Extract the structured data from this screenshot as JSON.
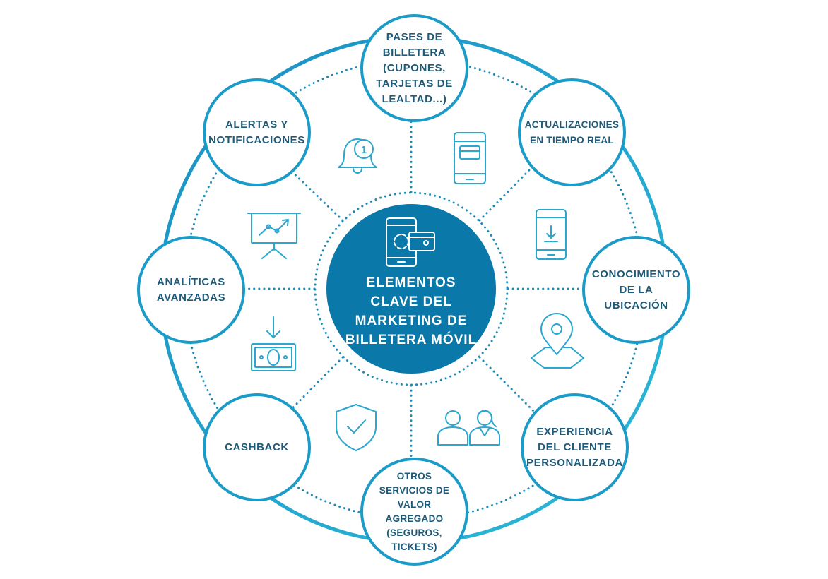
{
  "diagram": {
    "center": {
      "title": "ELEMENTOS\nCLAVE DEL\nMARKETING DE\nBILLETERA MÓVIL",
      "icon": "wallet-phone-icon"
    },
    "nodes": [
      {
        "id": "pases",
        "label": "PASES DE\nBILLETERA\n(CUPONES,\nTARJETAS DE\nLEALTAD...)"
      },
      {
        "id": "actualizaciones",
        "label": "ACTUALIZACIONES\nEN TIEMPO REAL"
      },
      {
        "id": "ubicacion",
        "label": "CONOCIMIENTO\nDE LA\nUBICACIÓN"
      },
      {
        "id": "experiencia",
        "label": "EXPERIENCIA\nDEL CLIENTE\nPERSONALIZADA"
      },
      {
        "id": "otros",
        "label": "OTROS\nSERVICIOS DE\nVALOR\nAGREGADO\n(SEGUROS,\nTICKETS)"
      },
      {
        "id": "cashback",
        "label": "CASHBACK"
      },
      {
        "id": "analiticas",
        "label": "ANALÍTICAS\nAVANZADAS"
      },
      {
        "id": "alertas",
        "label": "ALERTAS Y\nNOTIFICACIONES"
      }
    ],
    "icons": [
      "phone-card-icon",
      "phone-download-icon",
      "map-pin-icon",
      "people-icon",
      "shield-check-icon",
      "money-download-icon",
      "chart-presentation-icon",
      "bell-notification-icon"
    ],
    "bell_badge": "1",
    "colors": {
      "ring": "#1a9bc8",
      "ring_light": "#2bb5d6",
      "center": "#0a78a8",
      "text": "#1f5a78",
      "icon": "#2aa6cf"
    }
  }
}
